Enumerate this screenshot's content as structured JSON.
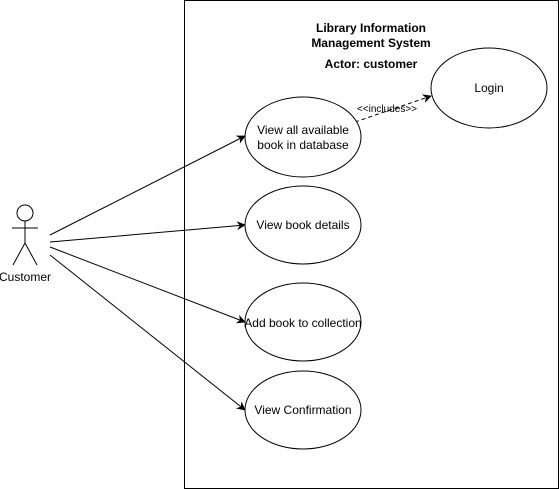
{
  "system": {
    "title_line1": "Library Information",
    "title_line2": "Management System",
    "actor_caption": "Actor: customer"
  },
  "actor": {
    "label": "Customer"
  },
  "use_cases": {
    "view_all_line1": "View all available",
    "view_all_line2": "book in database",
    "view_details": "View book details",
    "add_to_collection": "Add book to collection",
    "view_confirmation": "View Confirmation",
    "login": "Login"
  },
  "relations": {
    "includes_label": "<<includes>>"
  }
}
